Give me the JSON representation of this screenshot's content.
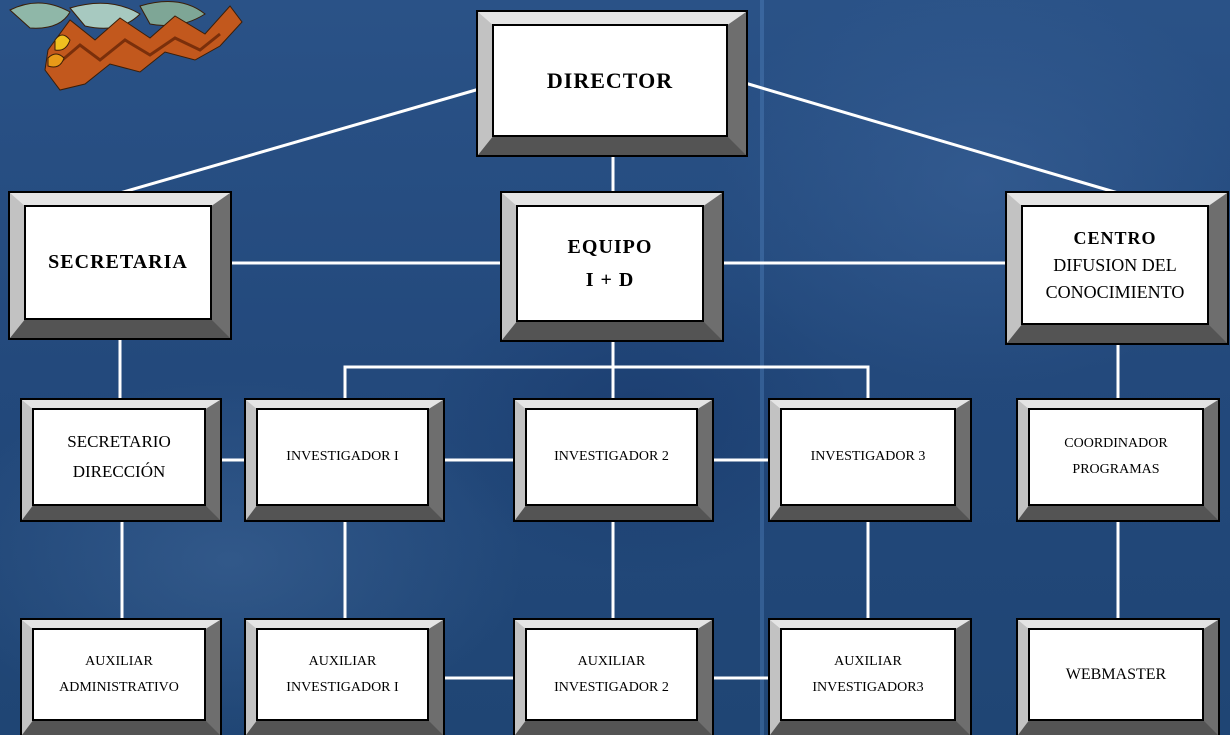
{
  "director": "DIRECTOR",
  "secretaria": "SECRETARIA",
  "equipo": {
    "line1": "EQUIPO",
    "line2": "I + D"
  },
  "centro": {
    "line1": "CENTRO",
    "line2": "DIFUSION DEL",
    "line3": "CONOCIMIENTO"
  },
  "secretario": {
    "line1": "SECRETARIO",
    "line2": "DIRECCIÓN"
  },
  "investigador1": "INVESTIGADOR I",
  "investigador2": "INVESTIGADOR 2",
  "investigador3": "INVESTIGADOR 3",
  "coordinador": {
    "line1": "COORDINADOR",
    "line2": "PROGRAMAS"
  },
  "aux_admin": {
    "line1": "AUXILIAR",
    "line2": "ADMINISTRATIVO"
  },
  "aux_inv1": {
    "line1": "AUXILIAR",
    "line2": "INVESTIGADOR I"
  },
  "aux_inv2": {
    "line1": "AUXILIAR",
    "line2": "INVESTIGADOR 2"
  },
  "aux_inv3": {
    "line1": "AUXILIAR",
    "line2": "INVESTIGADOR3"
  },
  "webmaster": "WEBMASTER",
  "colors": {
    "background": "#23497c",
    "box_face": "#ffffff",
    "connector": "#ffffff"
  }
}
